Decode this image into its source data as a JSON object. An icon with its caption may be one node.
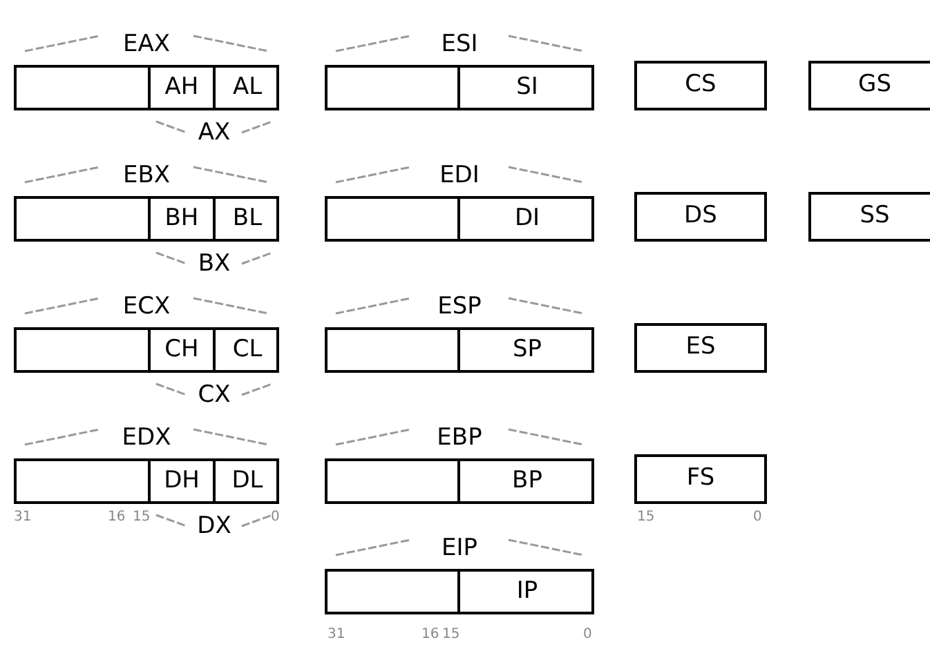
{
  "diagram": {
    "nodes": [
      {
        "text": [
          "EAX"
        ]
      },
      {
        "text": [
          "AH"
        ],
        "in": 0
      },
      {
        "text": [
          "AL"
        ],
        "in": 0
      },
      {
        "text": [
          "ESI"
        ]
      },
      {
        "text": [
          "SI"
        ],
        "in": 3
      },
      {
        "text": [
          "CS"
        ]
      },
      {
        "text": [
          "GS"
        ]
      },
      {
        "text": [
          "EBX"
        ]
      },
      {
        "text": [
          "BH"
        ],
        "in": 7
      },
      {
        "text": [
          "BL"
        ],
        "in": 7
      },
      {
        "text": [
          "EDI"
        ]
      },
      {
        "text": [
          "DI"
        ],
        "in": 10
      },
      {
        "text": [
          "DS"
        ]
      },
      {
        "text": [
          "SS"
        ]
      },
      {
        "text": [
          "ECX"
        ]
      },
      {
        "text": [
          "CH"
        ],
        "in": 14
      },
      {
        "text": [
          "CL"
        ],
        "in": 14
      },
      {
        "text": [
          "ESP"
        ]
      },
      {
        "text": [
          "SP"
        ],
        "in": 17
      },
      {
        "text": [
          "ES"
        ]
      },
      {
        "text": [
          "EDX"
        ]
      },
      {
        "text": [
          "DH"
        ],
        "in": 20
      },
      {
        "text": [
          "DL"
        ],
        "in": 20
      },
      {
        "text": [
          "EBP"
        ]
      },
      {
        "text": [
          "BP"
        ],
        "in": 23
      },
      {
        "text": [
          "FS"
        ]
      },
      {
        "text": [
          "EIP"
        ]
      },
      {
        "text": [
          "IP"
        ],
        "in": 26
      }
    ],
    "labels": [
      "AX",
      "BX",
      "CX",
      "31",
      "16",
      "15",
      "DX",
      "0",
      "15",
      "0",
      "31",
      "16",
      "15",
      "0"
    ]
  }
}
